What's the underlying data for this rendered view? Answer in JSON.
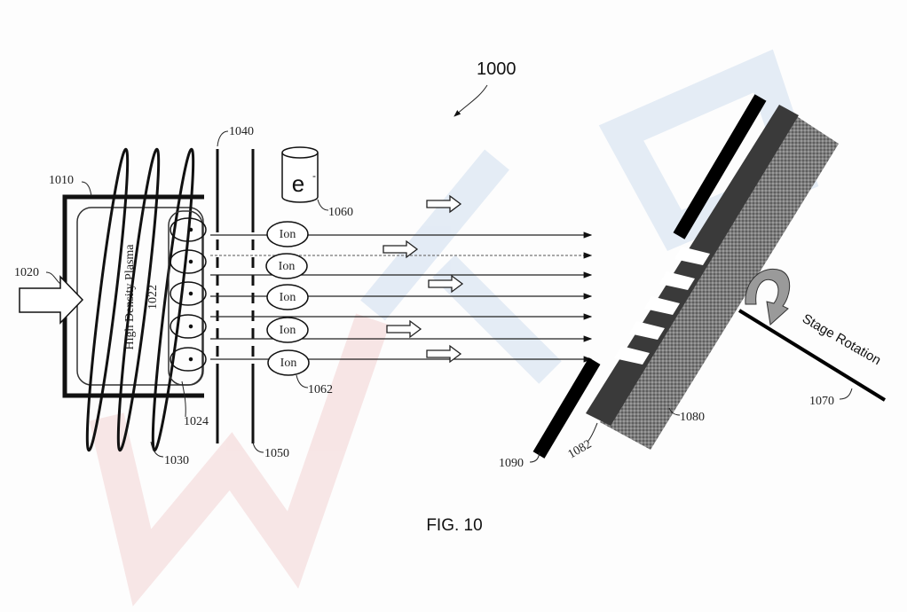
{
  "figure": {
    "number_label": "1000",
    "caption": "FIG. 10"
  },
  "labels": {
    "chamber": "1010",
    "gas_inlet": "1020",
    "plasma": "1022",
    "plasma_text": "High Density Plasma",
    "extraction": "1024",
    "coil": "1030",
    "grid_1": "1040",
    "grid_2": "1050",
    "electron_source": "1060",
    "electron_symbol": "e",
    "electron_sup": "-",
    "ion_beam": "1062",
    "stage": "1070",
    "stage_rotation": "Stage Rotation",
    "substrate": "1080",
    "pattern_layer": "1082",
    "mask": "1090"
  },
  "ions": [
    "Ion",
    "Ion",
    "Ion",
    "Ion",
    "Ion"
  ],
  "colors": {
    "ink": "#111111",
    "substrate": "#7a7a7a",
    "pattern": "#3a3a3a",
    "rotation_arrow": "#9a9a9a"
  }
}
